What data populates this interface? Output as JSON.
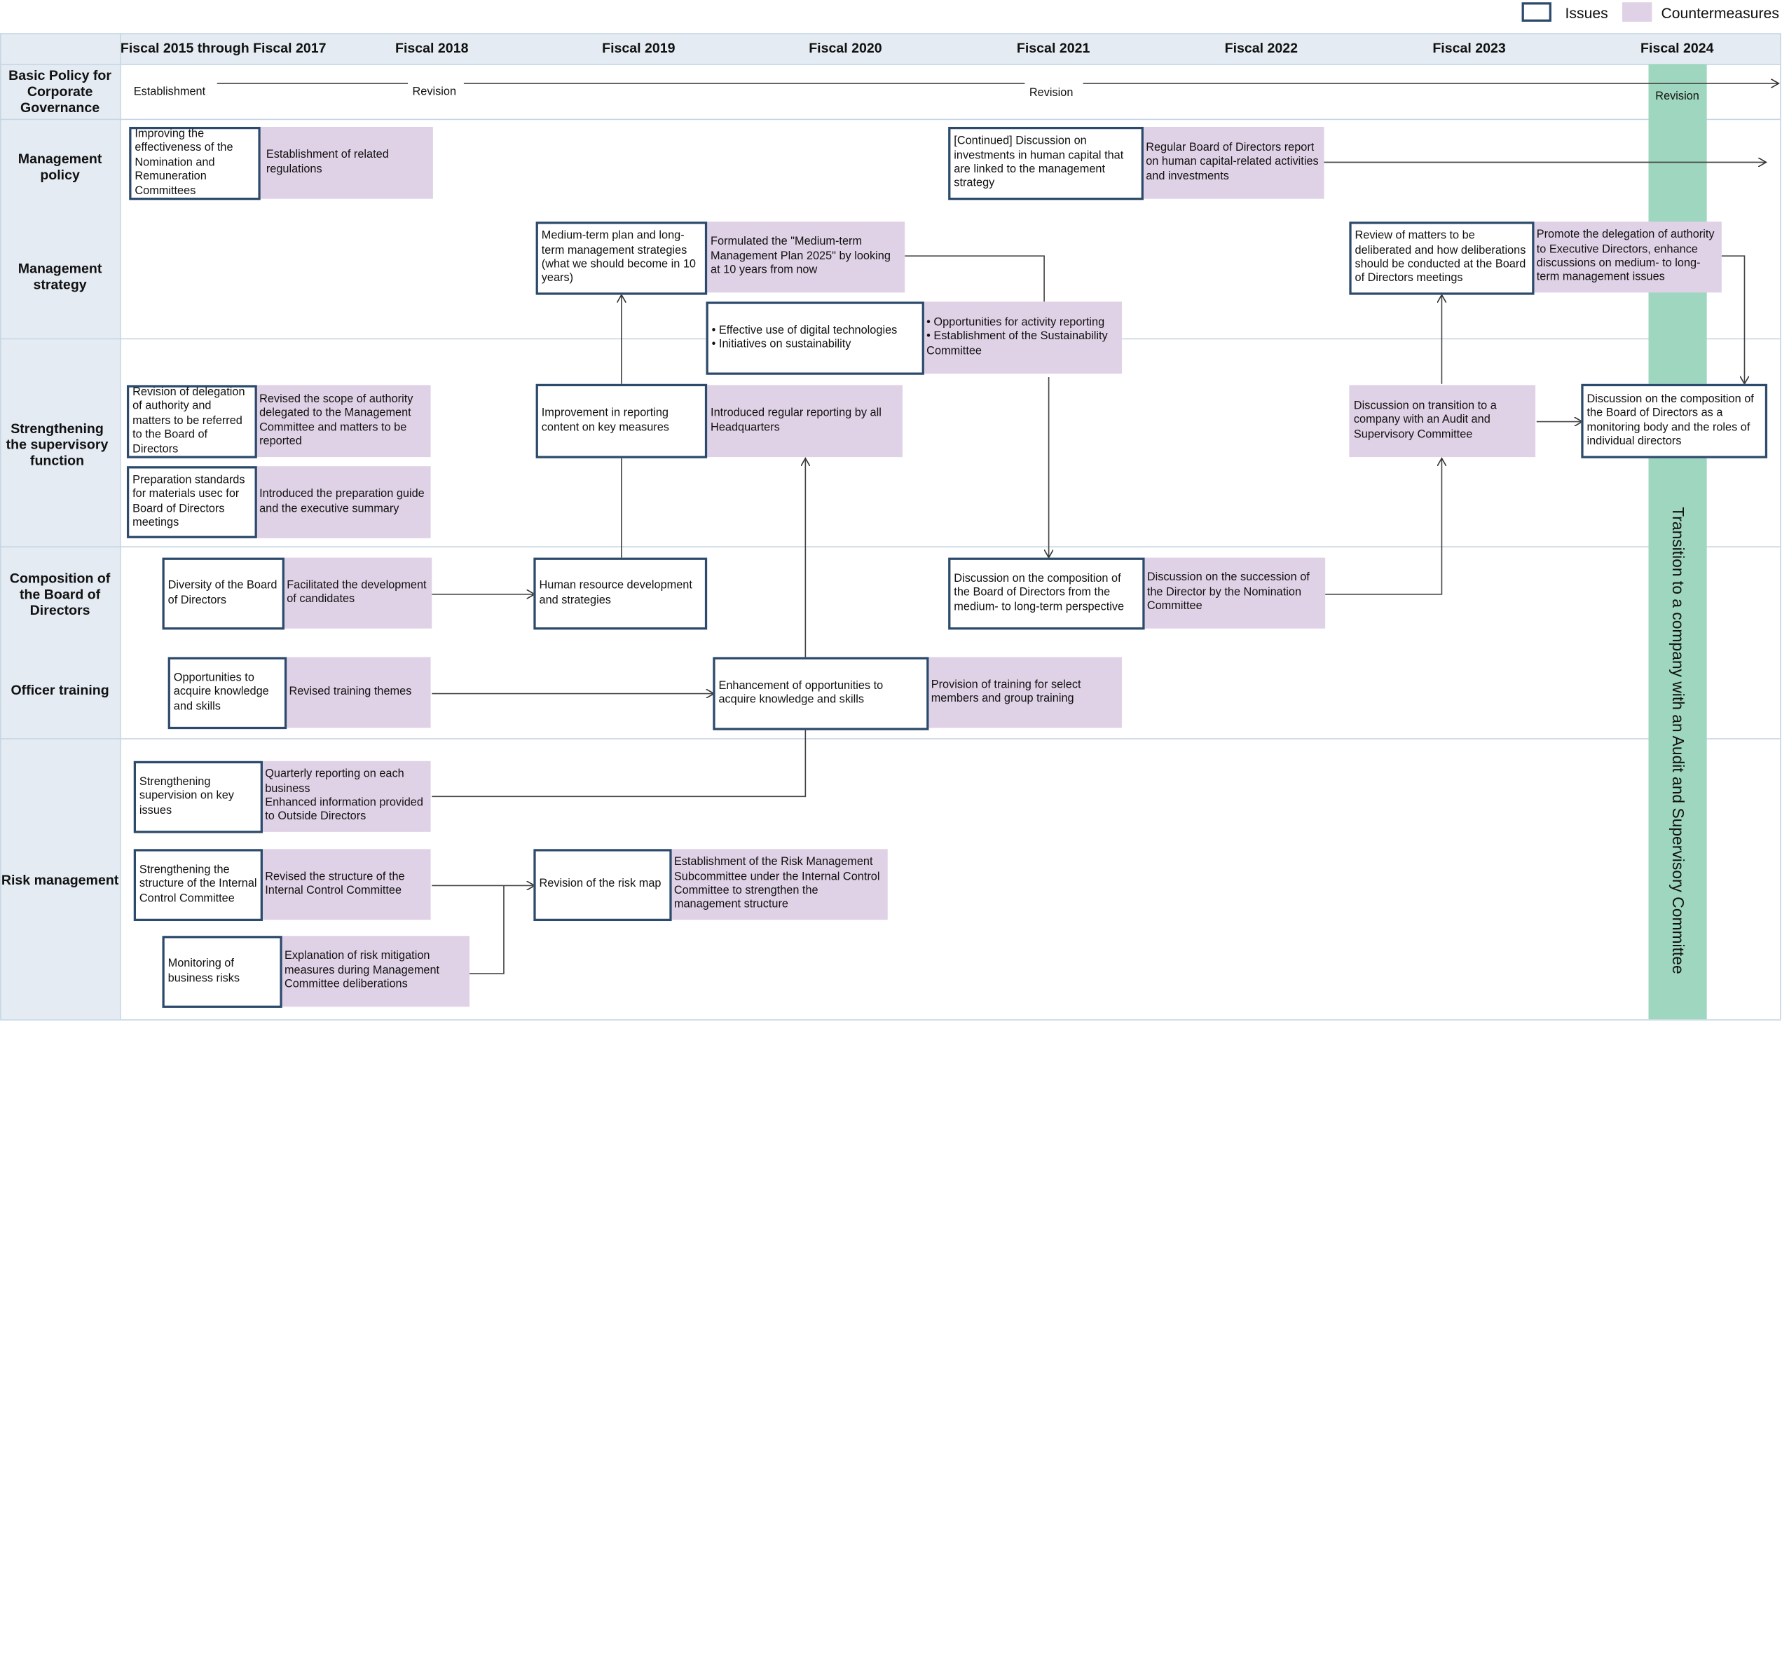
{
  "legend": {
    "issues": "Issues",
    "countermeasures": "Countermeasures"
  },
  "columns": [
    "Fiscal 2015 through Fiscal 2017",
    "Fiscal 2018",
    "Fiscal 2019",
    "Fiscal 2020",
    "Fiscal 2021",
    "Fiscal 2022",
    "Fiscal 2023",
    "Fiscal 2024"
  ],
  "rows": {
    "basic_policy": "Basic Policy for Corporate Governance",
    "management_policy": "Management policy",
    "management_strategy": "Management strategy",
    "supervisory": "Strengthening the supervisory function",
    "composition": "Composition of the Board of Directors",
    "officer_training": "Officer training",
    "risk": "Risk management"
  },
  "timeline": {
    "establishment": "Establishment",
    "revision_2018": "Revision",
    "revision_2021": "Revision",
    "revision_2024": "Revision"
  },
  "transition": "Transition to a company with an Audit and Supervisory Committee",
  "boxes": {
    "mp_issue1": "Improving the effectiveness of the Nomination and Remuneration Committees",
    "mp_cm1": "Establishment of related regulations",
    "mp_issue2": "[Continued] Discussion on investments in human capital that are linked to the management strategy",
    "mp_cm2": "Regular Board of Directors report on human capital-related activities and investments",
    "ms_issue1": "Medium-term plan and long-term management strategies (what we should become in 10 years)",
    "ms_cm1": "Formulated the \"Medium-term Management Plan 2025\" by looking at 10 years from now",
    "ms_issue2a": "• Effective use of digital technologies",
    "ms_issue2b": "• Initiatives on sustainability",
    "ms_cm2a": "• Opportunities for activity reporting",
    "ms_cm2b": "• Establishment of the Sustainability Committee",
    "ms_issue3": "Review of matters to be deliberated and how deliberations should be conducted at the Board of Directors meetings",
    "ms_cm3": "Promote the delegation of authority to Executive Directors, enhance discussions on medium- to long-term management issues",
    "sv_issue1": "Revision of delegation of authority and matters to be referred to the Board of Directors",
    "sv_cm1": "Revised the scope of authority delegated to the Management Committee and matters to be reported",
    "sv_issue2": "Preparation standards for materials usec for Board of Directors meetings",
    "sv_cm2": "Introduced the preparation guide and the executive summary",
    "sv_issue3": "Improvement in reporting content on key measures",
    "sv_cm3": "Introduced regular reporting by all Headquarters",
    "sv_cm4": "Discussion on transition to a company with an Audit and Supervisory Committee",
    "sv_issue4": "Discussion on the composition of the Board of Directors as a monitoring body and the roles of individual directors",
    "cb_issue1": "Diversity of the Board of Directors",
    "cb_cm1": "Facilitated the development of candidates",
    "cb_issue2": "Human resource development and strategies",
    "cb_issue3": "Discussion on the composition of the Board of Directors from the medium- to long-term perspective",
    "cb_cm3": "Discussion on the succession of the Director by the Nomination Committee",
    "ot_issue1": "Opportunities to acquire knowledge and skills",
    "ot_cm1": "Revised training themes",
    "ot_issue2": "Enhancement of opportunities to acquire knowledge and skills",
    "ot_cm2": "Provision of training for select members and group training",
    "rm_issue1": "Strengthening supervision on key issues",
    "rm_cm1a": "Quarterly reporting on each business",
    "rm_cm1b": "Enhanced information provided to Outside Directors",
    "rm_issue2": "Strengthening the structure of the Internal Control Committee",
    "rm_cm2": "Revised the structure of the Internal Control Committee",
    "rm_issue3": "Revision of the risk map",
    "rm_cm3": "Establishment of the Risk Management Subcommittee under the Internal Control Committee to strengthen the management structure",
    "rm_issue4": "Monitoring of business risks",
    "rm_cm4": "Explanation of risk mitigation measures during Management Committee deliberations"
  },
  "colors": {
    "issue_border": "#2c4a6b",
    "countermeasure_fill": "#e0d2e6",
    "transition_band": "#9fd6bf",
    "label_band": "#e4ebf2",
    "grid": "#c7d6e4"
  }
}
